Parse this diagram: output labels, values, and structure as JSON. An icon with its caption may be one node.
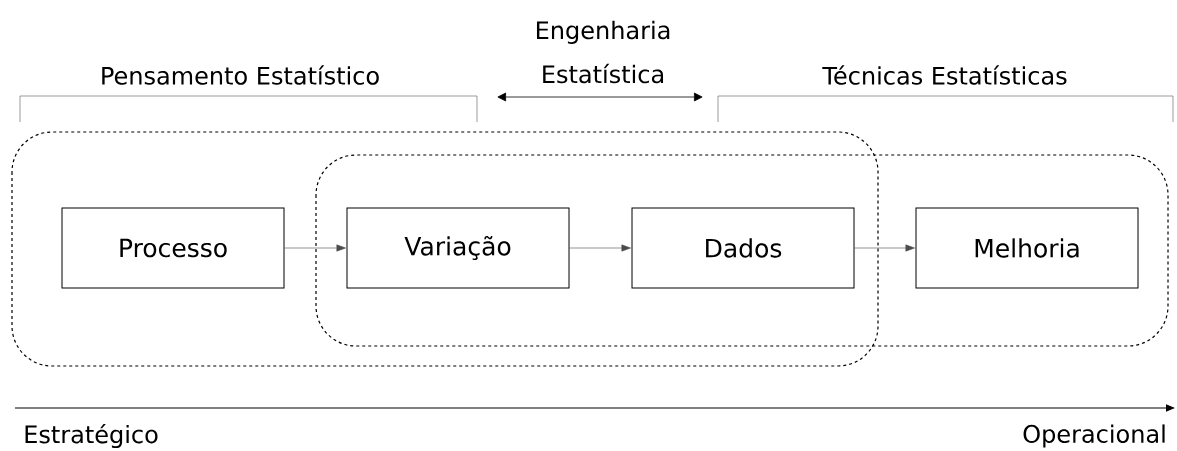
{
  "diagram": {
    "nodes": [
      {
        "text": [
          "Processo"
        ]
      },
      {
        "text": [
          "Variação"
        ]
      },
      {
        "text": [
          "Dados"
        ]
      },
      {
        "text": [
          "Melhoria"
        ]
      }
    ],
    "edges": [
      {
        "from": 0,
        "to": 1,
        "arrow": "to"
      },
      {
        "from": 1,
        "to": 2,
        "arrow": "to"
      },
      {
        "from": 2,
        "to": 3,
        "arrow": "to"
      }
    ],
    "labels": [
      "Engenharia Estatística",
      "Pensamento Estatístico",
      "Técnicas Estatísticas",
      "Estratégico",
      "Operacional"
    ]
  }
}
